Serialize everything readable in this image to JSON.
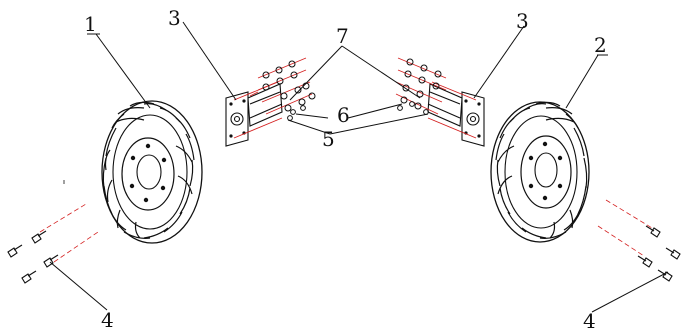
{
  "diagram": {
    "callouts": {
      "c1": "1",
      "c2": "2",
      "c3_left": "3",
      "c3_right": "3",
      "c4_left": "4",
      "c4_right": "4",
      "c5": "5",
      "c6": "6",
      "c7": "7"
    },
    "colors": {
      "line": "#111111",
      "centerline": "#d42020",
      "background": "#ffffff"
    }
  }
}
